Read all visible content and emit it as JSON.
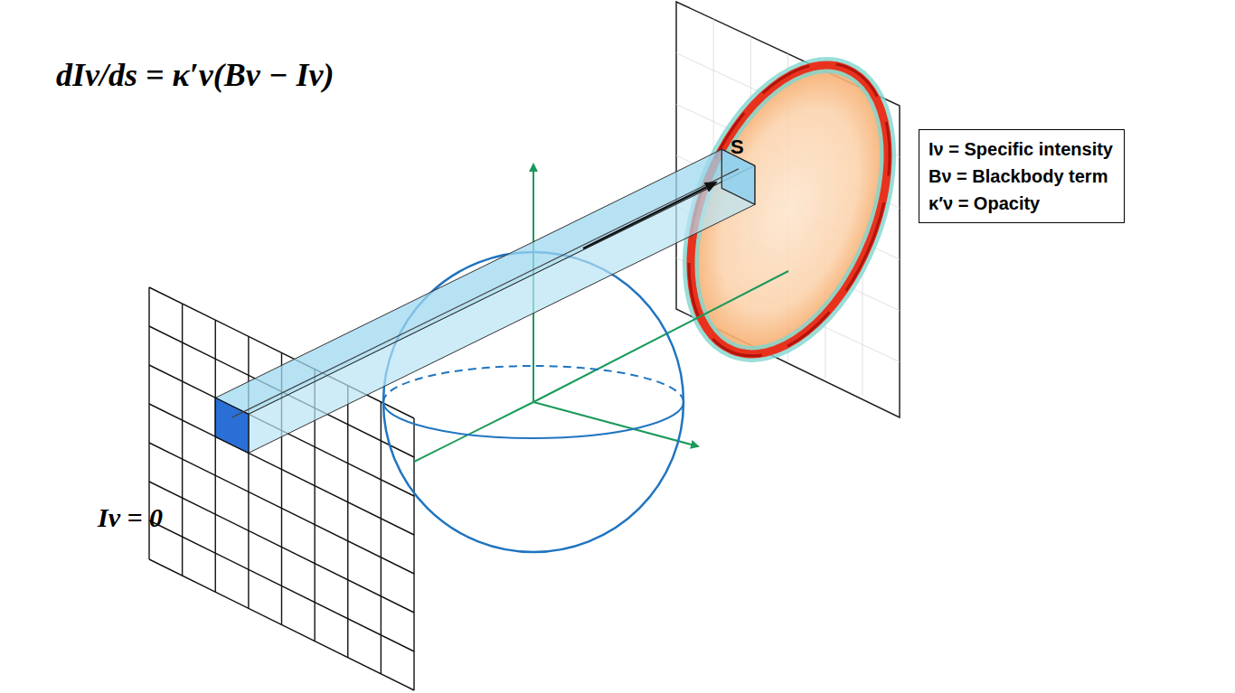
{
  "diagram": {
    "nodes": [
      {
        "text": [
          "Iν = Specific intensity",
          "Bν = Blackbody term",
          "κ′ν = Opacity"
        ]
      }
    ],
    "labels": [
      "dIν/ds = κ′ν(Bν − Iν)",
      "Iν = 0",
      "S"
    ]
  }
}
